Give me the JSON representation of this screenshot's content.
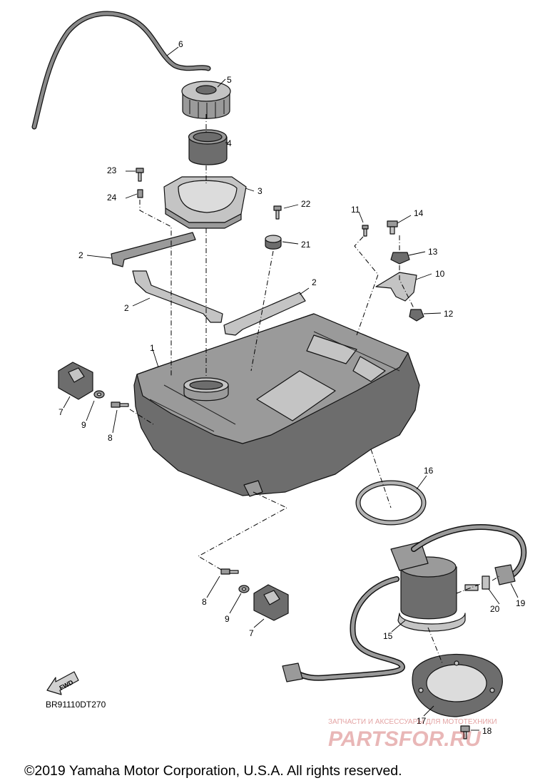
{
  "callouts": [
    {
      "id": "c6",
      "label": "6"
    },
    {
      "id": "c5",
      "label": "5"
    },
    {
      "id": "c4",
      "label": "4"
    },
    {
      "id": "c23",
      "label": "23"
    },
    {
      "id": "c24",
      "label": "24"
    },
    {
      "id": "c3",
      "label": "3"
    },
    {
      "id": "c22",
      "label": "22"
    },
    {
      "id": "c11",
      "label": "11"
    },
    {
      "id": "c14",
      "label": "14"
    },
    {
      "id": "c21",
      "label": "21"
    },
    {
      "id": "c13",
      "label": "13"
    },
    {
      "id": "c2a",
      "label": "2"
    },
    {
      "id": "c10",
      "label": "10"
    },
    {
      "id": "c2b",
      "label": "2"
    },
    {
      "id": "c2c",
      "label": "2"
    },
    {
      "id": "c12",
      "label": "12"
    },
    {
      "id": "c1",
      "label": "1"
    },
    {
      "id": "c7a",
      "label": "7"
    },
    {
      "id": "c9a",
      "label": "9"
    },
    {
      "id": "c8a",
      "label": "8"
    },
    {
      "id": "c16",
      "label": "16"
    },
    {
      "id": "c8b",
      "label": "8"
    },
    {
      "id": "c20",
      "label": "20"
    },
    {
      "id": "c19",
      "label": "19"
    },
    {
      "id": "c9b",
      "label": "9"
    },
    {
      "id": "c7b",
      "label": "7"
    },
    {
      "id": "c15",
      "label": "15"
    },
    {
      "id": "c17",
      "label": "17"
    },
    {
      "id": "c18",
      "label": "18"
    }
  ],
  "fwd_label": "FWD",
  "diagram_code": "BR91110DT270",
  "watermark_small": "ЗАПЧАСТИ И АКСЕССУАРЫ ДЛЯ МОТОТЕХНИКИ",
  "watermark_logo": "PARTSFOR.RU",
  "copyright": "©2019 Yamaha Motor Corporation, U.S.A. All rights reserved.",
  "colors": {
    "ink": "#000000",
    "part_dark": "#6d6d6d",
    "part_light": "#c4c4c4",
    "watermark": "#c03030"
  }
}
